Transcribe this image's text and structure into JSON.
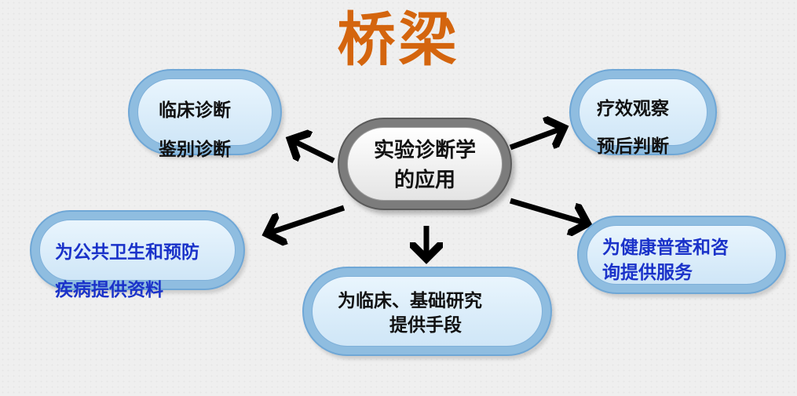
{
  "title": "桥梁",
  "center": {
    "line1": "实验诊断学",
    "line2": "的应用"
  },
  "nodes": {
    "top_left": {
      "line1": "临床诊断",
      "line2": "鉴别诊断"
    },
    "top_right": {
      "line1": "疗效观察",
      "line2": "预后判断"
    },
    "mid_left": {
      "line1": "为公共卫生和预防",
      "line2": "疾病提供资料"
    },
    "mid_right": {
      "line1": "为健康普查和咨",
      "line2": "询提供服务"
    },
    "bottom": {
      "line1": "为临床、基础研究",
      "line2": "提供手段"
    }
  },
  "colors": {
    "title": "#d4650e",
    "node_text_dark": "#111111",
    "node_text_blue": "#1a32c9",
    "pill_outer": "#8fbde0",
    "arrow": "#000000"
  }
}
